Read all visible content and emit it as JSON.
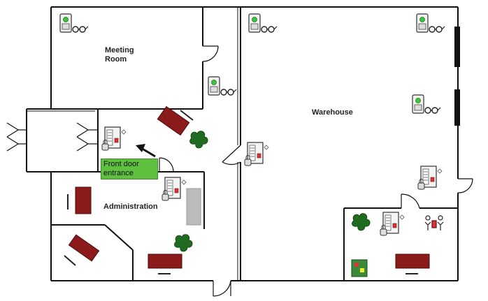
{
  "rooms": {
    "meeting_room": "Meeting\nRoom",
    "warehouse": "Warehouse",
    "administration": "Administration"
  },
  "callout": {
    "line1": "Front door",
    "line2": "entrance",
    "color": "#5fbf3f"
  },
  "colors": {
    "wall": "#111111",
    "desk": "#8b1a1a",
    "plant": "#1f6b1f",
    "sensor_green": "#3cc43c",
    "partition": "#bbbbbb"
  },
  "icons": [
    "camera-icon",
    "reader-icon",
    "plant-icon",
    "desk-icon",
    "arrow-icon",
    "people-icon",
    "panel-icon"
  ]
}
